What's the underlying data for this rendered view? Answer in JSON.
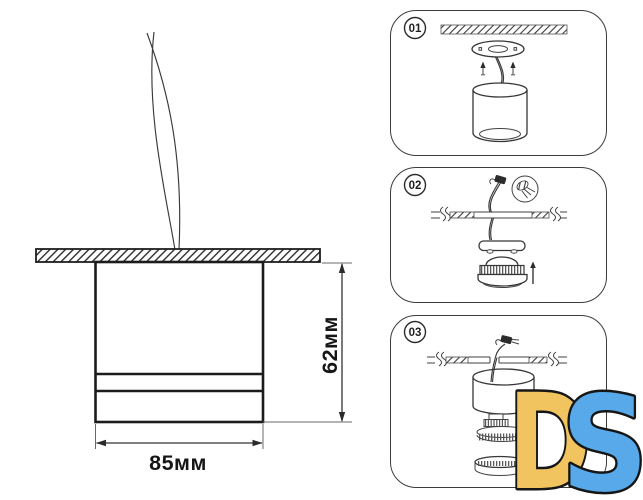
{
  "page": {
    "background_color": "#ffffff",
    "line_color": "#363636",
    "type": "luminaire-installation-diagram"
  },
  "diagram": {
    "width_label": "85мм",
    "height_label": "62мм"
  },
  "steps": [
    {
      "number": "01"
    },
    {
      "number": "02"
    },
    {
      "number": "03"
    }
  ],
  "icons": {
    "step_badge": "numbered-circle",
    "up_arrow": "arrow-up",
    "screws": "screw-arrow-up",
    "magnifier": "wire-connector-detail-circle",
    "ceiling": "hatched-ceiling-section"
  },
  "logo": {
    "d_letter": "D",
    "s_letter": "S",
    "d_color": "#F1C45F",
    "s_color": "#58A9EA",
    "outline_color": "#161616"
  }
}
